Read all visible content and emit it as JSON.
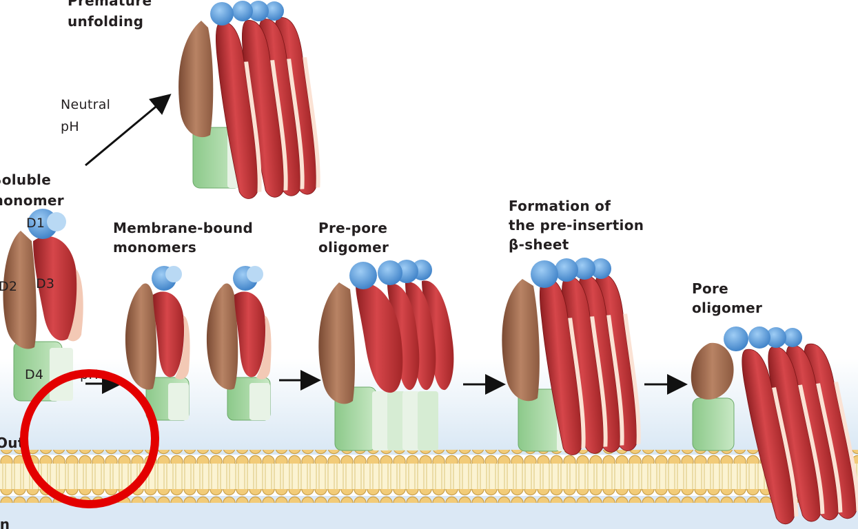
{
  "labels": {
    "premature_unfolding_l1": "Premature",
    "premature_unfolding_l2": "unfolding",
    "neutral_ph_l1": "Neutral",
    "neutral_ph_l2": "pH",
    "soluble_monomer_l1": "Soluble",
    "soluble_monomer_l2": "monomer",
    "membrane_bound_l1": "Membrane-bound",
    "membrane_bound_l2": "monomers",
    "pre_pore_l1": "Pre-pore",
    "pre_pore_l2": "oligomer",
    "formation_l1": "Formation of",
    "formation_l2": "the pre-insertion",
    "formation_l3": "β-sheet",
    "pore_l1": "Pore",
    "pore_l2": "oligomer",
    "low_ph": "pH",
    "out": "Out",
    "in": "In"
  },
  "domains": {
    "d1": "D1",
    "d2": "D2",
    "d3": "D3",
    "d4": "D4"
  },
  "colors": {
    "d1_blue": "#5b9fde",
    "d2_brown": "#a9775c",
    "d3_red": "#c63a3c",
    "d4_green": "#8fca8c",
    "membrane_head": "#f2cb78",
    "highlight_ring": "#e30000"
  }
}
